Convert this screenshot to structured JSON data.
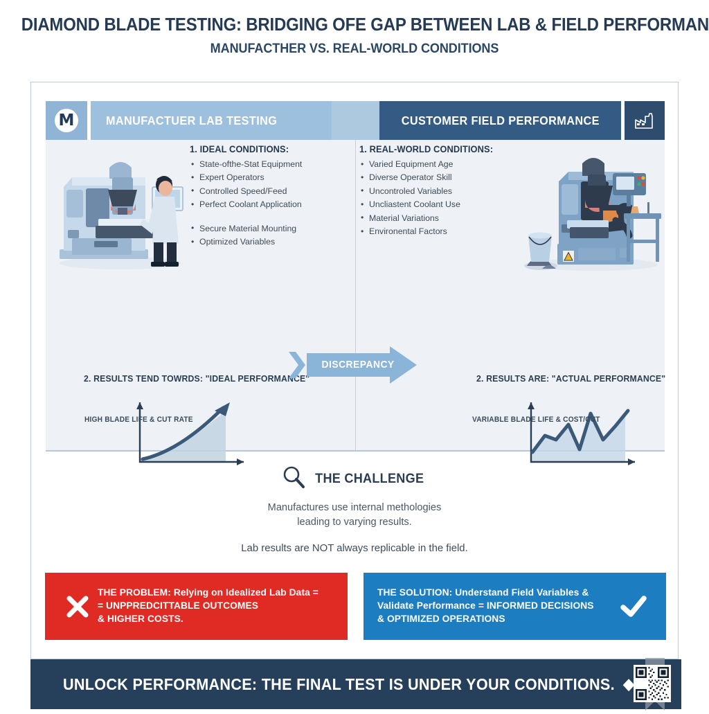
{
  "titles": {
    "main": "DIAMOND BLADE TESTING: BRIDGING OFE GAP BETWEEN LAB & FIELD PERFORMANCE",
    "sub": "MANUFACTHER VS. REAL-WORLD CONDITIONS"
  },
  "header": {
    "logo_letter": "M",
    "left_label": "MANUFACTUER LAB TESTING",
    "right_label": "CUSTOMER FIELD PERFORMANCE",
    "left_bg": "#9cc0dd",
    "right_bg": "#335b83",
    "icon_name": "factory-icon"
  },
  "lab_panel": {
    "heading": "1. IDEAL CONDITIONS:",
    "bullets": [
      "State-ofthe-Stat Equipment",
      "Expert Operators",
      "Controlled Speed/Feed",
      "Perfect Coolant Application",
      "Secure Material Mounting",
      "Optimized Variables"
    ],
    "gap_before_index": 4,
    "result_label": "2. RESULTS TEND TOWRDS: \"IDEAL PERFORMANCE\"",
    "axis_caption": "HIGH BLADE LIFE & CUT RATE"
  },
  "field_panel": {
    "heading": "1. REAL-WORLD CONDITIONS:",
    "bullets": [
      "Varied Equipment Age",
      "Diverse Operator Skill",
      "Uncontroled Variables",
      "Uncliastent Coolant Use",
      "Material Variations",
      "Environental Factors"
    ],
    "result_label": "2. RESULTS ARE: \"ACTUAL PERFORMANCE\"",
    "axis_caption": "VARIABLE BLADE LIFE & COST/CUT"
  },
  "discrepancy": {
    "label": "DISCREPANCY",
    "color": "#8ab4d8"
  },
  "challenge": {
    "heading": "THE CHALLENGE",
    "icon_name": "magnifier-icon",
    "line1": "Manufactures use internal methologies",
    "line2": "leading to varying results.",
    "line3": "Lab results are NOT always replicable in the field."
  },
  "problem": {
    "icon_name": "cross-icon",
    "color": "#e02b24",
    "lines": [
      "THE PROBLEM: Relying on Idealized Lab Data =",
      "= UNPPREDCITTABLE OUTCOMES",
      "& HIGHER COSTS."
    ]
  },
  "solution": {
    "icon_name": "check-icon",
    "color": "#1c7ec0",
    "lines": [
      "THE SOLUTION: Understand Field Variables &",
      "Validate Performance = INFORMED DECISIONS",
      "& OPTIMIZED OPERATIONS"
    ]
  },
  "footer": {
    "text": "UNLOCK PERFORMANCE: THE FINAL TEST IS UNDER YOUR CONDITIONS.",
    "diamond": "◆",
    "bg": "#26405c",
    "qr_name": "qr-code"
  },
  "chart_data": [
    {
      "type": "area",
      "title": "2. RESULTS TEND TOWRDS: \"IDEAL PERFORMANCE\"",
      "xlabel": "HIGH BLADE LIFE & CUT RATE",
      "ylabel": "",
      "grid": false,
      "legend": "none",
      "x": [
        0,
        1,
        2,
        3,
        4,
        5,
        6,
        7,
        8
      ],
      "values": [
        8,
        14,
        22,
        32,
        44,
        57,
        70,
        84,
        97
      ],
      "ylim": [
        0,
        100
      ],
      "xlim": [
        0,
        8
      ]
    },
    {
      "type": "line",
      "title": "2. RESULTS ARE: \"ACTUAL PERFORMANCE\"",
      "xlabel": "VARIABLE BLADE LIFE & COST/CUT",
      "ylabel": "",
      "grid": false,
      "legend": "none",
      "x": [
        0,
        1,
        2,
        3,
        4,
        5,
        6,
        7,
        8,
        9
      ],
      "values": [
        18,
        42,
        38,
        58,
        22,
        74,
        52,
        46,
        66,
        82
      ],
      "ylim": [
        0,
        100
      ],
      "xlim": [
        0,
        9
      ]
    }
  ]
}
